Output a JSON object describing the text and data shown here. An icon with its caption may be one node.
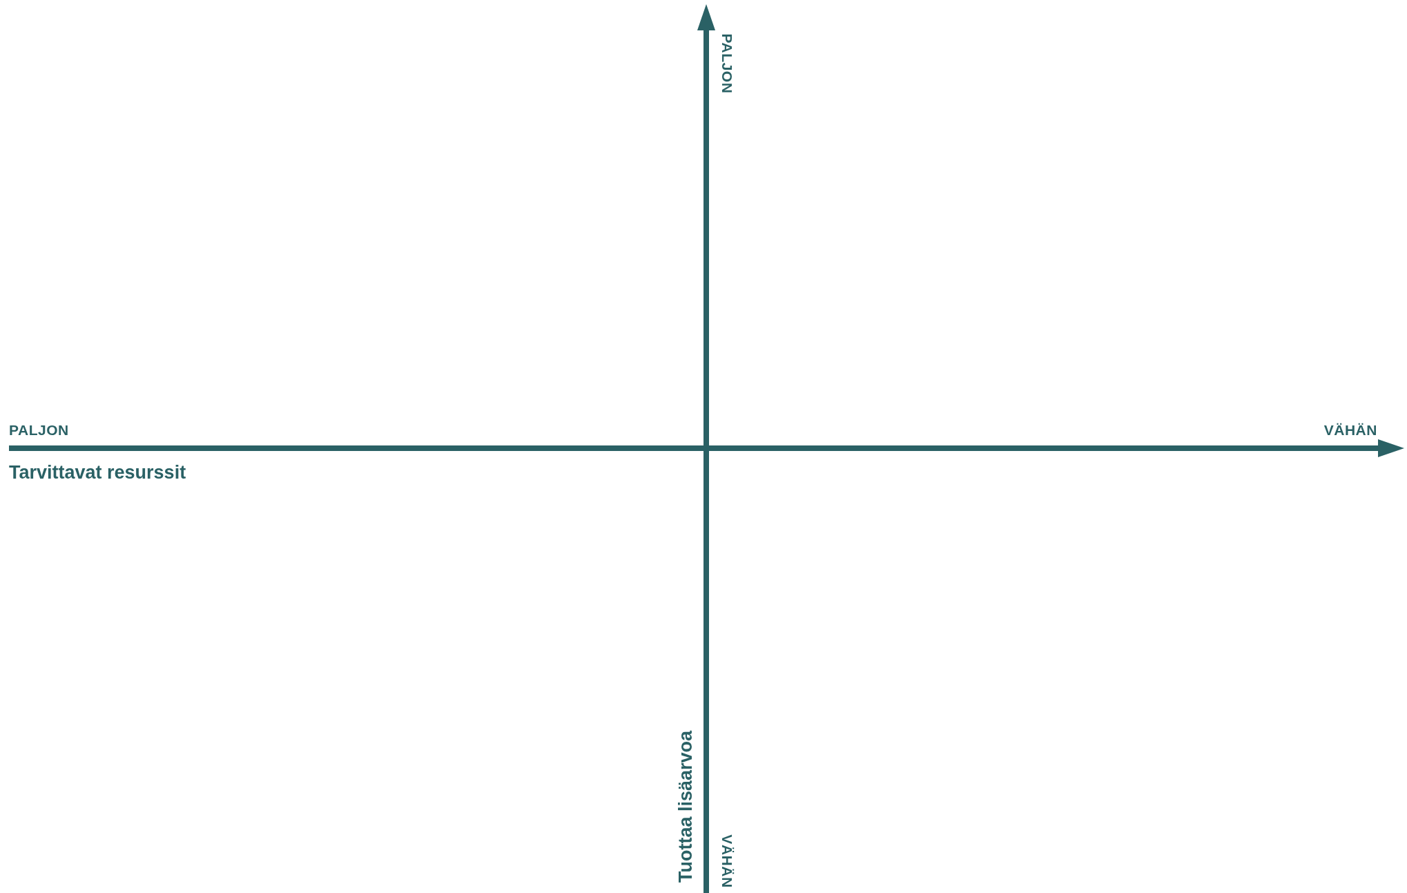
{
  "diagram": {
    "labels": [
      "PALJON",
      "PALJON",
      "VÄHÄN",
      "Tarvittavat resurssit",
      "Tuottaa lisäarvoa",
      "VÄHÄN"
    ]
  }
}
